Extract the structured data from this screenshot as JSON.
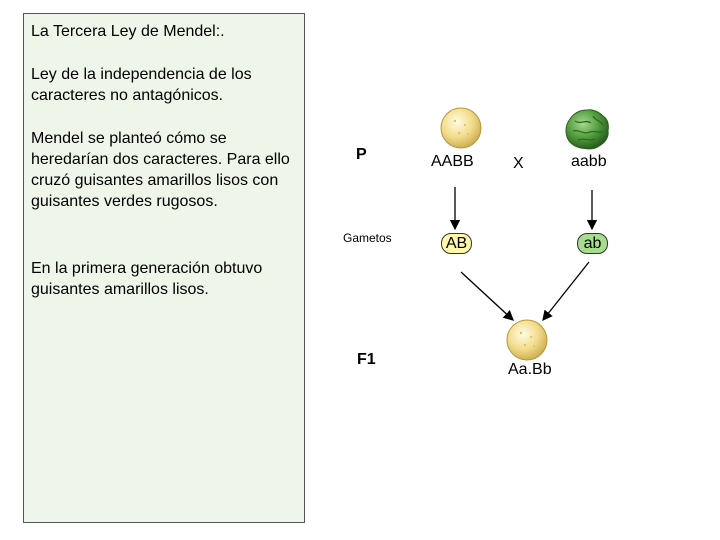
{
  "panel": {
    "title": "La Tercera Ley de Mendel:.",
    "law": "Ley de la independencia de los caracteres no antagónicos.",
    "description": "Mendel se planteó cómo se heredarían dos caracteres. Para ello cruzó guisantes amarillos lisos con guisantes verdes rugosos.",
    "result": "En la primera generación obtuvo guisantes amarillos lisos."
  },
  "diagram": {
    "row_parental": "P",
    "row_gametes": "Gametos",
    "row_f1": "F1",
    "parent1_genotype": "AABB",
    "cross_symbol": "X",
    "parent2_genotype": "aabb",
    "gamete1": "AB",
    "gamete2": "ab",
    "f1_genotype": "Aa.Bb"
  },
  "colors": {
    "panel_background": "#eef6ea",
    "yellow_pea": "#f2dc8a",
    "green_pea": "#4f9a3a",
    "gamete1_fill": "#fff8a8",
    "gamete2_fill": "#a7dd8e"
  },
  "icons": {
    "parent1": "yellow-smooth-pea-icon",
    "parent2": "green-wrinkled-pea-icon",
    "f1": "yellow-smooth-pea-icon"
  }
}
